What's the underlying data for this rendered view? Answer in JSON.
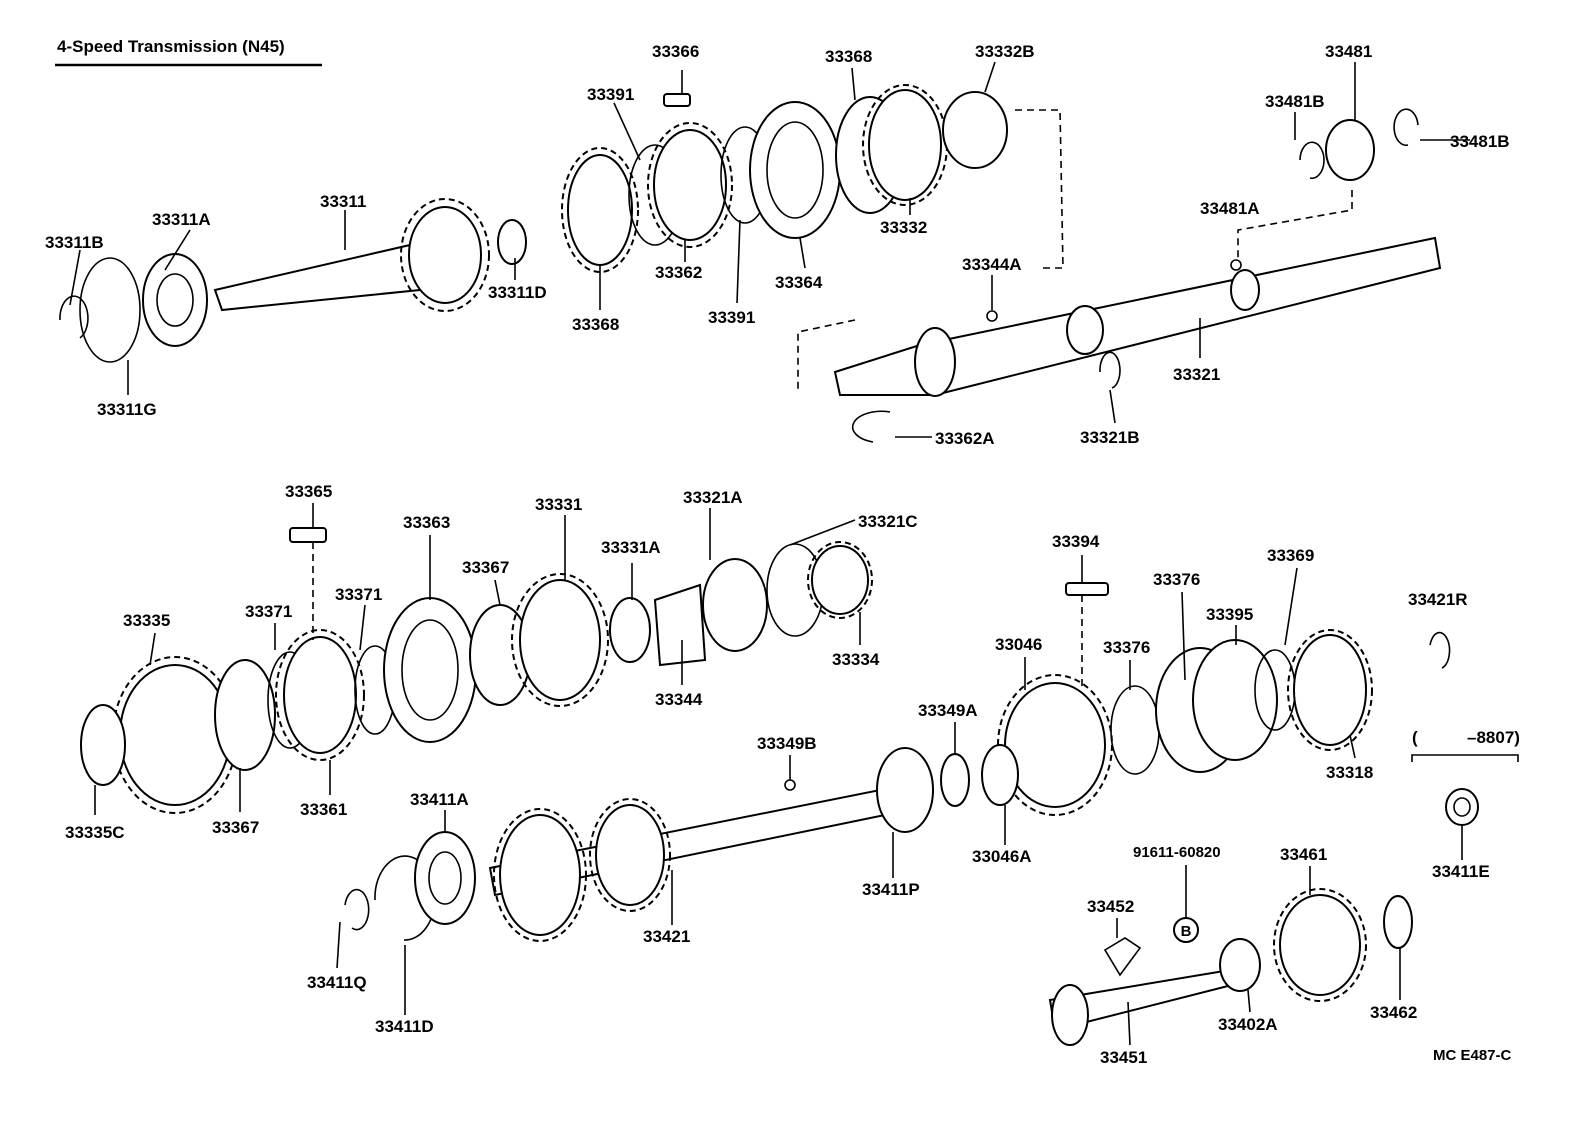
{
  "title": "4-Speed Transmission (N45)",
  "reference_code": "MC  E487-C",
  "applicability_note": "(         –8807)",
  "bolt_symbol": "B",
  "parts": {
    "p33311B": "33311B",
    "p33311A": "33311A",
    "p33311": "33311",
    "p33311D": "33311D",
    "p33311G": "33311G",
    "p33366": "33366",
    "p33391_top": "33391",
    "p33368_top": "33368",
    "p33332B": "33332B",
    "p33362": "33362",
    "p33364": "33364",
    "p33332": "33332",
    "p33368_bottom": "33368",
    "p33391_bottom": "33391",
    "p33481": "33481",
    "p33481B_left": "33481B",
    "p33481B_right": "33481B",
    "p33481A": "33481A",
    "p33344A": "33344A",
    "p33321": "33321",
    "p33321B": "33321B",
    "p33362A": "33362A",
    "p33365": "33365",
    "p33363": "33363",
    "p33331": "33331",
    "p33321A": "33321A",
    "p33321C": "33321C",
    "p33331A": "33331A",
    "p33367_top": "33367",
    "p33371_left": "33371",
    "p33371_right": "33371",
    "p33335": "33335",
    "p33334": "33334",
    "p33344": "33344",
    "p33335C": "33335C",
    "p33367_bottom": "33367",
    "p33361": "33361",
    "p33394": "33394",
    "p33376_top": "33376",
    "p33369": "33369",
    "p33395": "33395",
    "p33046": "33046",
    "p33376_mid": "33376",
    "p33349A": "33349A",
    "p33349B": "33349B",
    "p33318": "33318",
    "p33421R": "33421R",
    "p33411A": "33411A",
    "p33411P": "33411P",
    "p33046A": "33046A",
    "p91611": "91611-60820",
    "p33461": "33461",
    "p33411E": "33411E",
    "p33452": "33452",
    "p33421": "33421",
    "p33411Q": "33411Q",
    "p33411D": "33411D",
    "p33402A": "33402A",
    "p33462": "33462",
    "p33451": "33451"
  }
}
